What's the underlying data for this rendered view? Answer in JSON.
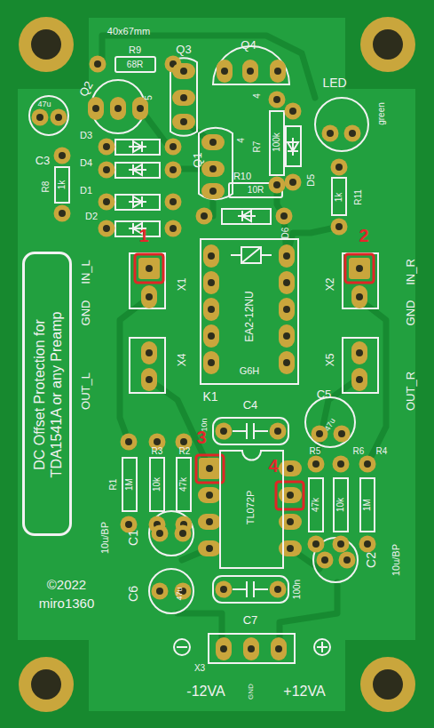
{
  "diagram": {
    "nodes": [
      {
        "text": [
          "DC Offset Protection for TDA1541A or any Preamp"
        ]
      },
      {
        "text": [
          "EA2-12NU",
          "G6H"
        ]
      },
      {
        "text": [
          "TL072P"
        ]
      }
    ],
    "edges": [],
    "labels": [
      "40x67mm",
      "R9",
      "68R",
      "Q3",
      "Q4",
      "LED",
      "47u",
      "Q2",
      "5",
      "4",
      "4",
      "C3",
      "D3",
      "D4",
      "D1",
      "D2",
      "R8",
      "1k",
      "R7",
      "100k",
      "Q1",
      "R10",
      "10R",
      "D5",
      "D6",
      "1k",
      "R11",
      "green",
      "1",
      "2",
      "X1",
      "IN_L",
      "GND",
      "OUT_L",
      "X2",
      "IN_R",
      "GND",
      "OUT_R",
      "X4",
      "X5",
      "K1",
      "C4",
      "10n",
      "C5",
      "47u",
      "3",
      "R3",
      "R2",
      "R1",
      "1M",
      "10k",
      "47k",
      "R5",
      "R6",
      "R4",
      "4",
      "47k",
      "10k",
      "1M",
      "C1",
      "10u/BP",
      "C2",
      "10u/BP",
      "C6",
      "47u",
      "100n",
      "©2022",
      "miro1360",
      "C7",
      "X3",
      "GND",
      "-12VA",
      "+12VA"
    ]
  }
}
